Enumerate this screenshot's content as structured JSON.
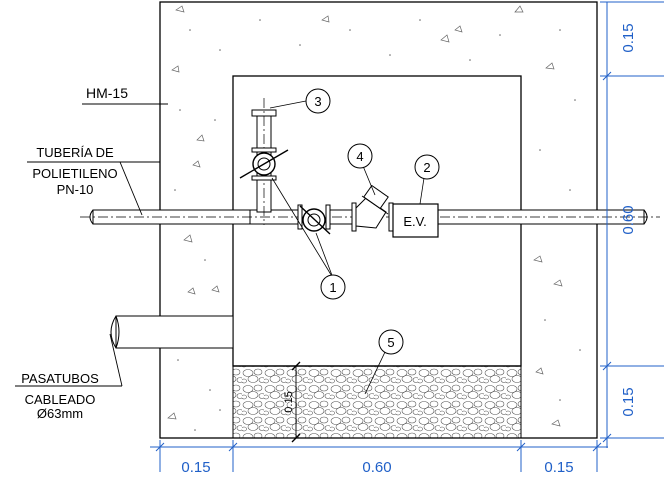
{
  "labels": {
    "hm": "HM-15",
    "tuberia_1": "TUBERÍA DE",
    "tuberia_2": "POLIETILENO",
    "tuberia_3": "PN-10",
    "pasatubos": "PASATUBOS",
    "cableado": "CABLEADO",
    "diametro": "Ø63mm",
    "ev": "E.V.",
    "inner_dim": "0.15"
  },
  "callouts": [
    "1",
    "2",
    "3",
    "4",
    "5"
  ],
  "dimensions": {
    "bottom": [
      "0.15",
      "0.60",
      "0.15"
    ],
    "right": [
      "0.15",
      "0.60",
      "0.15"
    ]
  },
  "colors": {
    "dimension": "#2060c8",
    "lines": "#000000"
  }
}
